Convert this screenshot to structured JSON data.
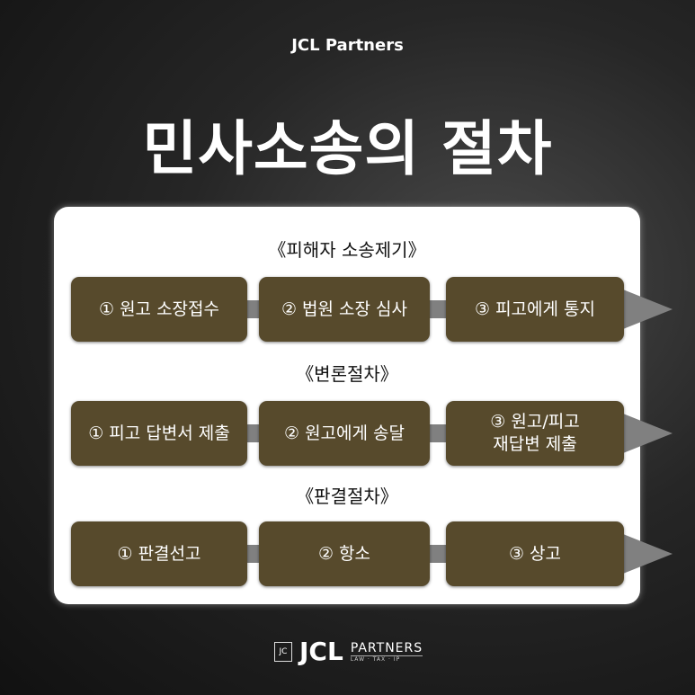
{
  "brand": "JCL Partners",
  "title": "민사소송의 절차",
  "colors": {
    "box": "#574a2c",
    "arrow": "#808080",
    "panel": "#ffffff"
  },
  "sections": [
    {
      "heading": "《피해자 소송제기》",
      "steps": [
        "① 원고 소장접수",
        "② 법원 소장 심사",
        "③ 피고에게 통지"
      ]
    },
    {
      "heading": "《변론절차》",
      "steps": [
        "① 피고 답변서 제출",
        "② 원고에게 송달",
        "③ 원고/피고\n재답변 제출"
      ]
    },
    {
      "heading": "《판결절차》",
      "steps": [
        "① 판결선고",
        "② 항소",
        "③ 상고"
      ]
    }
  ],
  "logo": {
    "name": "JCL",
    "partners": "PARTNERS",
    "sub": "LAW · TAX · IP"
  }
}
